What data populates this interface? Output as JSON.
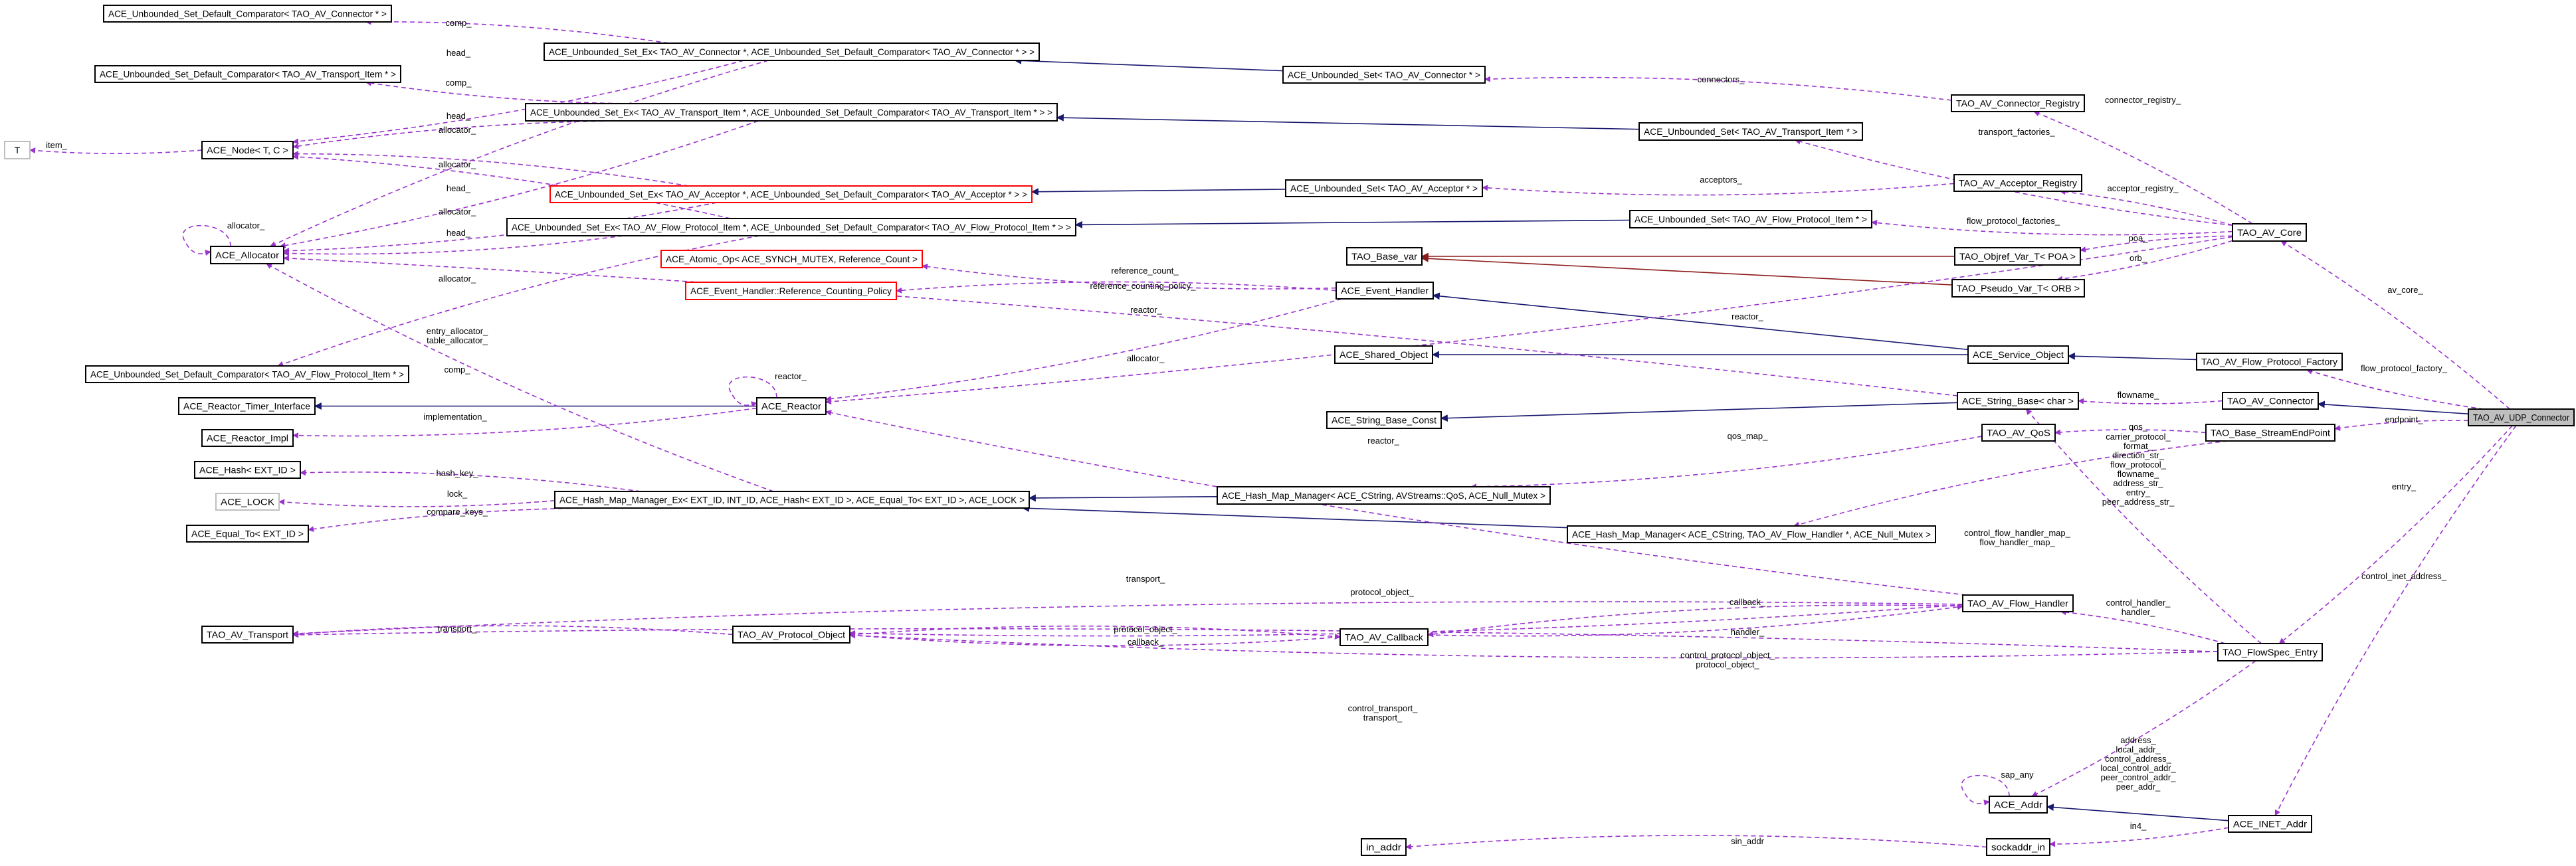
{
  "diagram": {
    "title": "Collaboration diagram for TAO_AV_UDP_Connector",
    "colors": {
      "usage": "#9a32cd",
      "inherit": "#191970",
      "template": "#8b1a1a",
      "focus_fill": "#bfbfbf",
      "red_border": "#ff0000",
      "grey_border": "#bfbfbf"
    },
    "nodes": [
      {
        "id": "comp_conn",
        "label": "ACE_Unbounded_Set_Default_Comparator< TAO_AV_Connector * >"
      },
      {
        "id": "setex_conn",
        "label": "ACE_Unbounded_Set_Ex< TAO_AV_Connector *, ACE_Unbounded_Set_Default_Comparator< TAO_AV_Connector * > >"
      },
      {
        "id": "comp_trans",
        "label": "ACE_Unbounded_Set_Default_Comparator< TAO_AV_Transport_Item * >"
      },
      {
        "id": "setex_trans",
        "label": "ACE_Unbounded_Set_Ex< TAO_AV_Transport_Item *, ACE_Unbounded_Set_Default_Comparator< TAO_AV_Transport_Item * > >"
      },
      {
        "id": "T",
        "label": "T",
        "border": "grey"
      },
      {
        "id": "node",
        "label": "ACE_Node< T, C >"
      },
      {
        "id": "setex_acc",
        "label": "ACE_Unbounded_Set_Ex< TAO_AV_Acceptor *, ACE_Unbounded_Set_Default_Comparator< TAO_AV_Acceptor * > >",
        "border": "red"
      },
      {
        "id": "setex_fp",
        "label": "ACE_Unbounded_Set_Ex< TAO_AV_Flow_Protocol_Item *, ACE_Unbounded_Set_Default_Comparator< TAO_AV_Flow_Protocol_Item * > >"
      },
      {
        "id": "alloc",
        "label": "ACE_Allocator"
      },
      {
        "id": "atomic",
        "label": "ACE_Atomic_Op< ACE_SYNCH_MUTEX, Reference_Count >",
        "border": "red"
      },
      {
        "id": "refpol",
        "label": "ACE_Event_Handler::Reference_Counting_Policy",
        "border": "red"
      },
      {
        "id": "set_conn",
        "label": "ACE_Unbounded_Set< TAO_AV_Connector * >"
      },
      {
        "id": "set_trans",
        "label": "ACE_Unbounded_Set< TAO_AV_Transport_Item * >"
      },
      {
        "id": "set_acc",
        "label": "ACE_Unbounded_Set< TAO_AV_Acceptor * >"
      },
      {
        "id": "set_fp",
        "label": "ACE_Unbounded_Set< TAO_AV_Flow_Protocol_Item * >"
      },
      {
        "id": "base_var",
        "label": "TAO_Base_var"
      },
      {
        "id": "event_handler",
        "label": "ACE_Event_Handler"
      },
      {
        "id": "conn_reg",
        "label": "TAO_AV_Connector_Registry"
      },
      {
        "id": "acc_reg",
        "label": "TAO_AV_Acceptor_Registry"
      },
      {
        "id": "core",
        "label": "TAO_AV_Core"
      },
      {
        "id": "objref",
        "label": "TAO_Objref_Var_T< POA >"
      },
      {
        "id": "pseudo",
        "label": "TAO_Pseudo_Var_T< ORB >"
      },
      {
        "id": "comp_fp",
        "label": "ACE_Unbounded_Set_Default_Comparator< TAO_AV_Flow_Protocol_Item * >"
      },
      {
        "id": "timer_if",
        "label": "ACE_Reactor_Timer_Interface"
      },
      {
        "id": "reactor",
        "label": "ACE_Reactor"
      },
      {
        "id": "impl",
        "label": "ACE_Reactor_Impl"
      },
      {
        "id": "hash",
        "label": "ACE_Hash< EXT_ID >"
      },
      {
        "id": "lock",
        "label": "ACE_LOCK",
        "border": "grey"
      },
      {
        "id": "equal",
        "label": "ACE_Equal_To< EXT_ID >"
      },
      {
        "id": "hmm_ex",
        "label": "ACE_Hash_Map_Manager_Ex< EXT_ID, INT_ID, ACE_Hash< EXT_ID >, ACE_Equal_To< EXT_ID >, ACE_LOCK >"
      },
      {
        "id": "shared_obj",
        "label": "ACE_Shared_Object"
      },
      {
        "id": "strbase_const",
        "label": "ACE_String_Base_Const"
      },
      {
        "id": "hmm_qos",
        "label": "ACE_Hash_Map_Manager< ACE_CString, AVStreams::QoS, ACE_Null_Mutex >"
      },
      {
        "id": "hmm_fh",
        "label": "ACE_Hash_Map_Manager< ACE_CString, TAO_AV_Flow_Handler *, ACE_Null_Mutex >"
      },
      {
        "id": "service_obj",
        "label": "ACE_Service_Object"
      },
      {
        "id": "fpf",
        "label": "TAO_AV_Flow_Protocol_Factory"
      },
      {
        "id": "strbase",
        "label": "ACE_String_Base< char >"
      },
      {
        "id": "connector",
        "label": "TAO_AV_Connector"
      },
      {
        "id": "udp",
        "label": "TAO_AV_UDP_Connector",
        "focus": true
      },
      {
        "id": "qos",
        "label": "TAO_AV_QoS"
      },
      {
        "id": "sep",
        "label": "TAO_Base_StreamEndPoint"
      },
      {
        "id": "transport",
        "label": "TAO_AV_Transport"
      },
      {
        "id": "proto",
        "label": "TAO_AV_Protocol_Object"
      },
      {
        "id": "callback",
        "label": "TAO_AV_Callback"
      },
      {
        "id": "in_addr",
        "label": "in_addr"
      },
      {
        "id": "flow_handler",
        "label": "TAO_AV_Flow_Handler"
      },
      {
        "id": "flowspec",
        "label": "TAO_FlowSpec_Entry"
      },
      {
        "id": "addr",
        "label": "ACE_Addr"
      },
      {
        "id": "inet",
        "label": "ACE_INET_Addr"
      },
      {
        "id": "sockaddr",
        "label": "sockaddr_in"
      }
    ],
    "edges": [
      {
        "from": "set_conn",
        "to": "setex_conn",
        "kind": "inherit",
        "labels": []
      },
      {
        "from": "set_trans",
        "to": "setex_trans",
        "kind": "inherit",
        "labels": []
      },
      {
        "from": "set_acc",
        "to": "setex_acc",
        "kind": "inherit",
        "labels": []
      },
      {
        "from": "set_fp",
        "to": "setex_fp",
        "kind": "inherit",
        "labels": []
      },
      {
        "from": "service_obj",
        "to": "event_handler",
        "kind": "inherit",
        "labels": []
      },
      {
        "from": "service_obj",
        "to": "shared_obj",
        "kind": "inherit",
        "labels": []
      },
      {
        "from": "reactor",
        "to": "timer_if",
        "kind": "inherit",
        "labels": []
      },
      {
        "from": "strbase",
        "to": "strbase_const",
        "kind": "inherit",
        "labels": []
      },
      {
        "from": "hmm_qos",
        "to": "hmm_ex",
        "kind": "inherit",
        "labels": []
      },
      {
        "from": "hmm_fh",
        "to": "hmm_ex",
        "kind": "inherit",
        "labels": []
      },
      {
        "from": "fpf",
        "to": "service_obj",
        "kind": "inherit",
        "labels": []
      },
      {
        "from": "udp",
        "to": "connector",
        "kind": "inherit",
        "labels": []
      },
      {
        "from": "inet",
        "to": "addr",
        "kind": "inherit",
        "labels": []
      },
      {
        "from": "objref",
        "to": "base_var",
        "kind": "template",
        "labels": []
      },
      {
        "from": "pseudo",
        "to": "base_var",
        "kind": "template",
        "labels": []
      },
      {
        "from": "setex_conn",
        "to": "comp_conn",
        "kind": "usage",
        "labels": [
          "comp_"
        ]
      },
      {
        "from": "setex_conn",
        "to": "node",
        "kind": "usage",
        "labels": [
          "head_"
        ]
      },
      {
        "from": "setex_conn",
        "to": "alloc",
        "kind": "usage",
        "labels": [
          "allocator_"
        ]
      },
      {
        "from": "setex_trans",
        "to": "comp_trans",
        "kind": "usage",
        "labels": [
          "comp_"
        ]
      },
      {
        "from": "setex_trans",
        "to": "node",
        "kind": "usage",
        "labels": [
          "head_"
        ]
      },
      {
        "from": "setex_trans",
        "to": "alloc",
        "kind": "usage",
        "labels": [
          "allocator_"
        ]
      },
      {
        "from": "setex_acc",
        "to": "node",
        "kind": "usage",
        "labels": [
          "head_"
        ]
      },
      {
        "from": "setex_acc",
        "to": "alloc",
        "kind": "usage",
        "labels": [
          "allocator_"
        ]
      },
      {
        "from": "setex_fp",
        "to": "node",
        "kind": "usage",
        "labels": [
          "head_"
        ]
      },
      {
        "from": "setex_fp",
        "to": "alloc",
        "kind": "usage",
        "labels": [
          "allocator_"
        ]
      },
      {
        "from": "setex_fp",
        "to": "comp_fp",
        "kind": "usage",
        "labels": [
          "comp_"
        ]
      },
      {
        "from": "node",
        "to": "T",
        "kind": "usage",
        "labels": [
          "item_"
        ]
      },
      {
        "from": "alloc",
        "to": "alloc",
        "kind": "usage",
        "labels": [
          "allocator_"
        ]
      },
      {
        "from": "hmm_ex",
        "to": "alloc",
        "kind": "usage",
        "labels": [
          "entry_allocator_",
          "table_allocator_"
        ]
      },
      {
        "from": "hmm_ex",
        "to": "hash",
        "kind": "usage",
        "labels": [
          "hash_key_"
        ]
      },
      {
        "from": "hmm_ex",
        "to": "lock",
        "kind": "usage",
        "labels": [
          "lock_"
        ]
      },
      {
        "from": "hmm_ex",
        "to": "equal",
        "kind": "usage",
        "labels": [
          "compare_keys_"
        ]
      },
      {
        "from": "event_handler",
        "to": "atomic",
        "kind": "usage",
        "labels": [
          "reference_count_"
        ]
      },
      {
        "from": "event_handler",
        "to": "refpol",
        "kind": "usage",
        "labels": [
          "reference_counting_policy_"
        ]
      },
      {
        "from": "event_handler",
        "to": "reactor",
        "kind": "usage",
        "labels": [
          "reactor_"
        ]
      },
      {
        "from": "reactor",
        "to": "reactor",
        "kind": "usage",
        "labels": [
          "reactor_"
        ]
      },
      {
        "from": "reactor",
        "to": "impl",
        "kind": "usage",
        "labels": [
          "implementation_"
        ]
      },
      {
        "from": "strbase",
        "to": "alloc",
        "kind": "usage",
        "labels": [
          "allocator_"
        ]
      },
      {
        "from": "core",
        "to": "reactor",
        "kind": "usage",
        "labels": [
          "reactor_"
        ]
      },
      {
        "from": "core",
        "to": "conn_reg",
        "kind": "usage",
        "labels": [
          "connector_registry_"
        ]
      },
      {
        "from": "core",
        "to": "set_trans",
        "kind": "usage",
        "labels": [
          "transport_factories_"
        ]
      },
      {
        "from": "core",
        "to": "acc_reg",
        "kind": "usage",
        "labels": [
          "acceptor_registry_"
        ]
      },
      {
        "from": "core",
        "to": "set_fp",
        "kind": "usage",
        "labels": [
          "flow_protocol_factories_"
        ]
      },
      {
        "from": "core",
        "to": "objref",
        "kind": "usage",
        "labels": [
          "poa_"
        ]
      },
      {
        "from": "core",
        "to": "pseudo",
        "kind": "usage",
        "labels": [
          "orb_"
        ]
      },
      {
        "from": "conn_reg",
        "to": "set_conn",
        "kind": "usage",
        "labels": [
          "connectors_"
        ]
      },
      {
        "from": "acc_reg",
        "to": "set_acc",
        "kind": "usage",
        "labels": [
          "acceptors_"
        ]
      },
      {
        "from": "udp",
        "to": "core",
        "kind": "usage",
        "labels": [
          "av_core_"
        ]
      },
      {
        "from": "udp",
        "to": "fpf",
        "kind": "usage",
        "labels": [
          "flow_protocol_factory_"
        ]
      },
      {
        "from": "udp",
        "to": "sep",
        "kind": "usage",
        "labels": [
          "endpoint_"
        ]
      },
      {
        "from": "udp",
        "to": "flowspec",
        "kind": "usage",
        "labels": [
          "entry_"
        ]
      },
      {
        "from": "udp",
        "to": "inet",
        "kind": "usage",
        "labels": [
          "control_inet_address_"
        ]
      },
      {
        "from": "connector",
        "to": "strbase",
        "kind": "usage",
        "labels": [
          "flowname_"
        ]
      },
      {
        "from": "sep",
        "to": "qos",
        "kind": "usage",
        "labels": [
          "qos_"
        ]
      },
      {
        "from": "flowspec",
        "to": "strbase",
        "kind": "usage",
        "labels": [
          "carrier_protocol_",
          "format_",
          "direction_str_",
          "flow_protocol_",
          "flowname_",
          "address_str_",
          "entry_",
          "peer_address_str_"
        ]
      },
      {
        "from": "sep",
        "to": "hmm_fh",
        "kind": "usage",
        "labels": [
          "control_flow_handler_map_",
          "flow_handler_map_"
        ]
      },
      {
        "from": "qos",
        "to": "hmm_qos",
        "kind": "usage",
        "labels": [
          "qos_map_"
        ]
      },
      {
        "from": "flowspec",
        "to": "flow_handler",
        "kind": "usage",
        "labels": [
          "control_handler_",
          "handler_"
        ]
      },
      {
        "from": "flowspec",
        "to": "proto",
        "kind": "usage",
        "labels": [
          "control_protocol_object_",
          "protocol_object_"
        ]
      },
      {
        "from": "flowspec",
        "to": "transport",
        "kind": "usage",
        "labels": [
          "control_transport_",
          "transport_"
        ]
      },
      {
        "from": "flowspec",
        "to": "addr",
        "kind": "usage",
        "labels": [
          "address_",
          "local_addr_",
          "control_address_",
          "local_control_addr_",
          "peer_control_addr_",
          "peer_addr_"
        ]
      },
      {
        "from": "flow_handler",
        "to": "transport",
        "kind": "usage",
        "labels": [
          "transport_"
        ]
      },
      {
        "from": "flow_handler",
        "to": "proto",
        "kind": "usage",
        "labels": [
          "protocol_object_"
        ]
      },
      {
        "from": "flow_handler",
        "to": "callback",
        "kind": "usage",
        "labels": [
          "callback_"
        ]
      },
      {
        "from": "flow_handler",
        "to": "reactor",
        "kind": "usage",
        "labels": [
          "reactor_"
        ]
      },
      {
        "from": "callback",
        "to": "flow_handler",
        "kind": "usage",
        "labels": [
          "handler_"
        ]
      },
      {
        "from": "callback",
        "to": "proto",
        "kind": "usage",
        "labels": [
          "protocol_object_"
        ]
      },
      {
        "from": "proto",
        "to": "transport",
        "kind": "usage",
        "labels": [
          "transport_"
        ]
      },
      {
        "from": "proto",
        "to": "callback",
        "kind": "usage",
        "labels": [
          "callback_"
        ]
      },
      {
        "from": "addr",
        "to": "addr",
        "kind": "usage",
        "labels": [
          "sap_any"
        ]
      },
      {
        "from": "inet",
        "to": "sockaddr",
        "kind": "usage",
        "labels": [
          "in4_"
        ]
      },
      {
        "from": "sockaddr",
        "to": "in_addr",
        "kind": "usage",
        "labels": [
          "sin_addr"
        ]
      }
    ]
  }
}
